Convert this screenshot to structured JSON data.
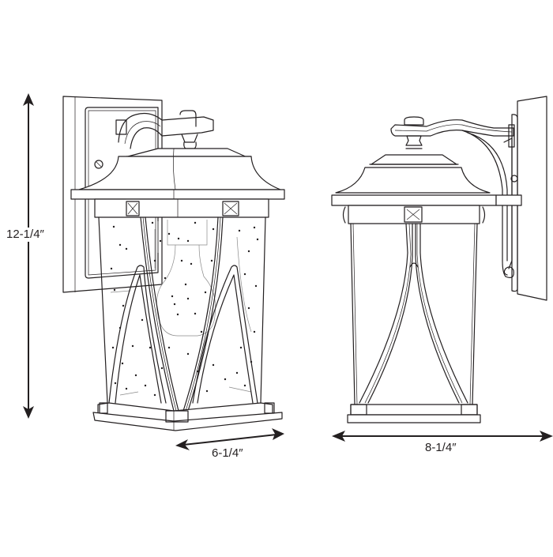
{
  "diagram": {
    "title": "Outdoor wall lantern dimension drawing",
    "views": [
      {
        "id": "front-view",
        "description": "Front view of wall lantern with seeded glass and exposed bulb"
      },
      {
        "id": "side-view",
        "description": "Side profile of wall lantern with scroll arm and backplate"
      }
    ],
    "dimensions": {
      "height": {
        "label": "12-1/4″",
        "orientation": "vertical"
      },
      "width": {
        "label": "6-1/4″",
        "orientation": "horizontal-perspective"
      },
      "extension": {
        "label": "8-1/4″",
        "orientation": "horizontal"
      }
    },
    "colors": {
      "line": "#231f20",
      "glass_detail": "#8a8a8a",
      "background": "#ffffff"
    }
  }
}
